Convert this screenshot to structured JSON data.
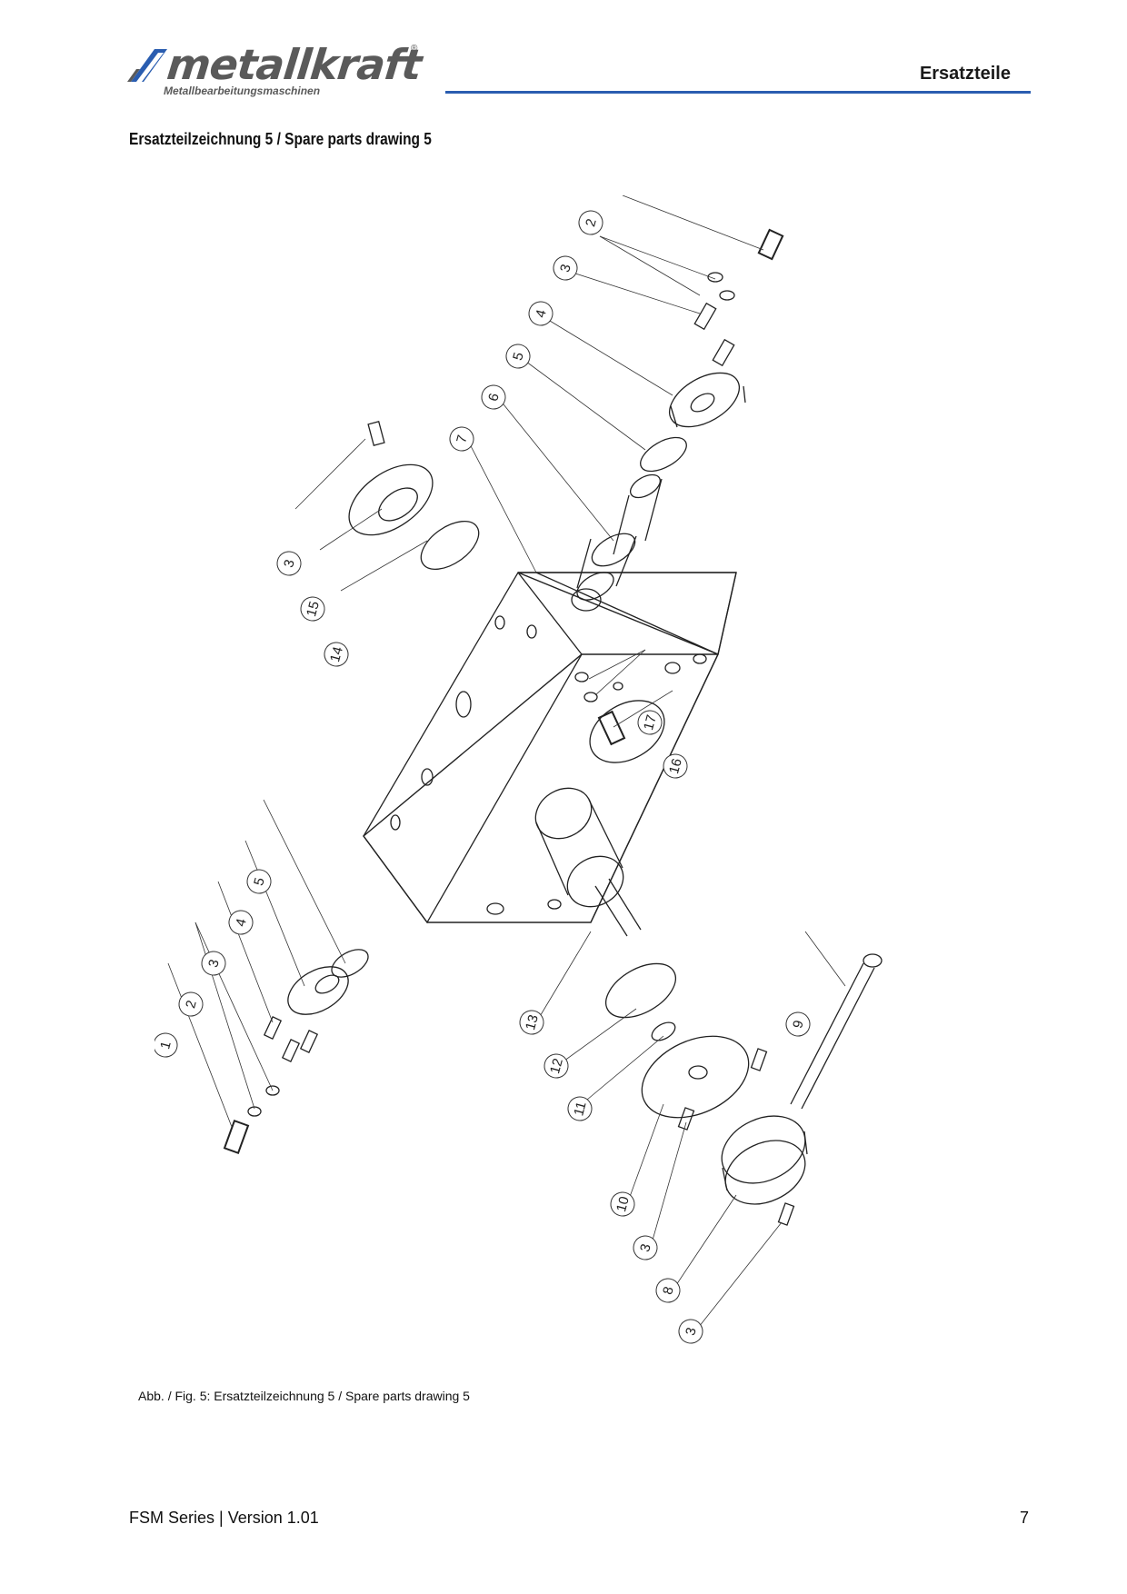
{
  "header": {
    "logo_text": "metallkraft",
    "logo_subtitle": "Metallbearbeitungsmaschinen",
    "logo_registered": "®",
    "section": "Ersatzteile",
    "brand_color": "#2a5db0"
  },
  "title": "Ersatzteilzeichnung 5 / Spare parts drawing 5",
  "drawing": {
    "callouts": [
      "1",
      "2",
      "3",
      "4",
      "5",
      "6",
      "7",
      "3",
      "15",
      "14",
      "17",
      "16",
      "5",
      "4",
      "3",
      "2",
      "1",
      "13",
      "12",
      "11",
      "9",
      "10",
      "3",
      "8",
      "3"
    ]
  },
  "caption": "Abb. / Fig. 5: Ersatzteilzeichnung 5 / Spare parts drawing 5",
  "footer": {
    "series": "FSM Series | Version 1.01",
    "page": "7"
  }
}
